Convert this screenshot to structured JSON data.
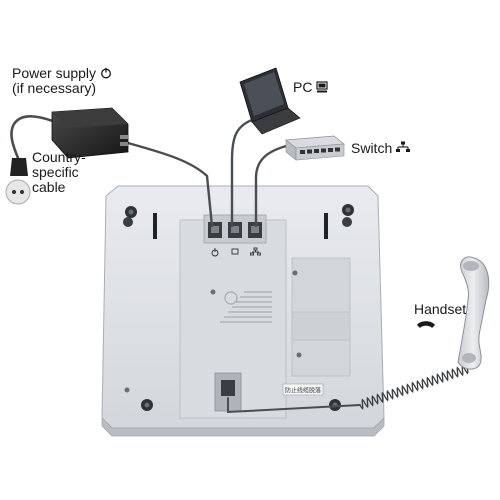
{
  "labels": {
    "power_supply": "Power supply",
    "power_supply_note": "(if necessary)",
    "country_cable_1": "Country-",
    "country_cable_2": "specific",
    "country_cable_3": "cable",
    "pc": "PC",
    "switch": "Switch",
    "handset": "Handset"
  },
  "device": {
    "label_sticker": "防止线缆脱落"
  },
  "icons": {
    "power": "power-icon",
    "pc": "monitor-icon",
    "switch": "network-icon",
    "handset": "handset-icon"
  },
  "colors": {
    "phone_body": "#dfe2e6",
    "phone_shadow": "#c4c8cd",
    "power_brick": "#2b2b2b",
    "cable": "#4a4d52",
    "text": "#1a1a1a"
  }
}
